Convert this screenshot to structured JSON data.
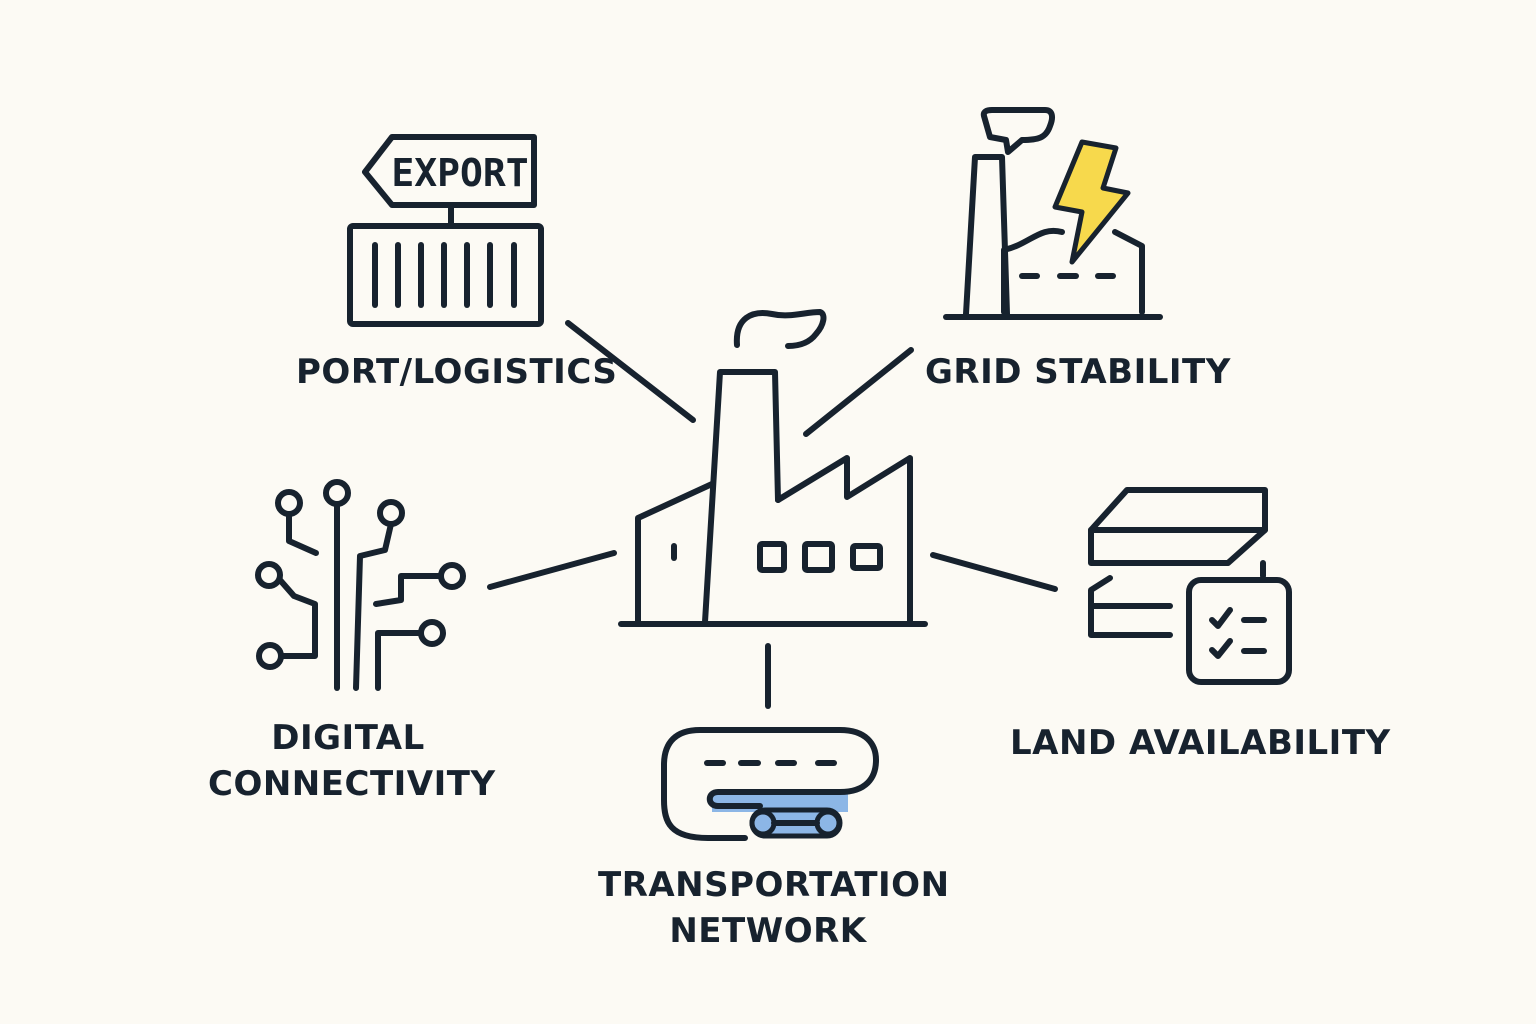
{
  "nodes": {
    "center": {
      "icon": "factory-icon"
    },
    "port": {
      "label": "PORT/LOGISTICS",
      "icon": "shipping-container-icon",
      "sign_text": "EXPORT"
    },
    "grid": {
      "label": "GRID STABILITY",
      "icon": "power-plant-icon"
    },
    "digital": {
      "label_lines": [
        "DIGITAL",
        "CONNECTIVITY"
      ],
      "icon": "circuit-icon"
    },
    "land": {
      "label": "LAND AVAILABILITY",
      "icon": "land-checklist-icon"
    },
    "transport": {
      "label_lines": [
        "TRANSPORTATION",
        "NETWORK"
      ],
      "icon": "road-vehicle-icon"
    }
  },
  "colors": {
    "background": "#fcfaf4",
    "line": "#17222e",
    "lightning": "#f7d94c",
    "accent_blue": "#8cb6e6"
  }
}
